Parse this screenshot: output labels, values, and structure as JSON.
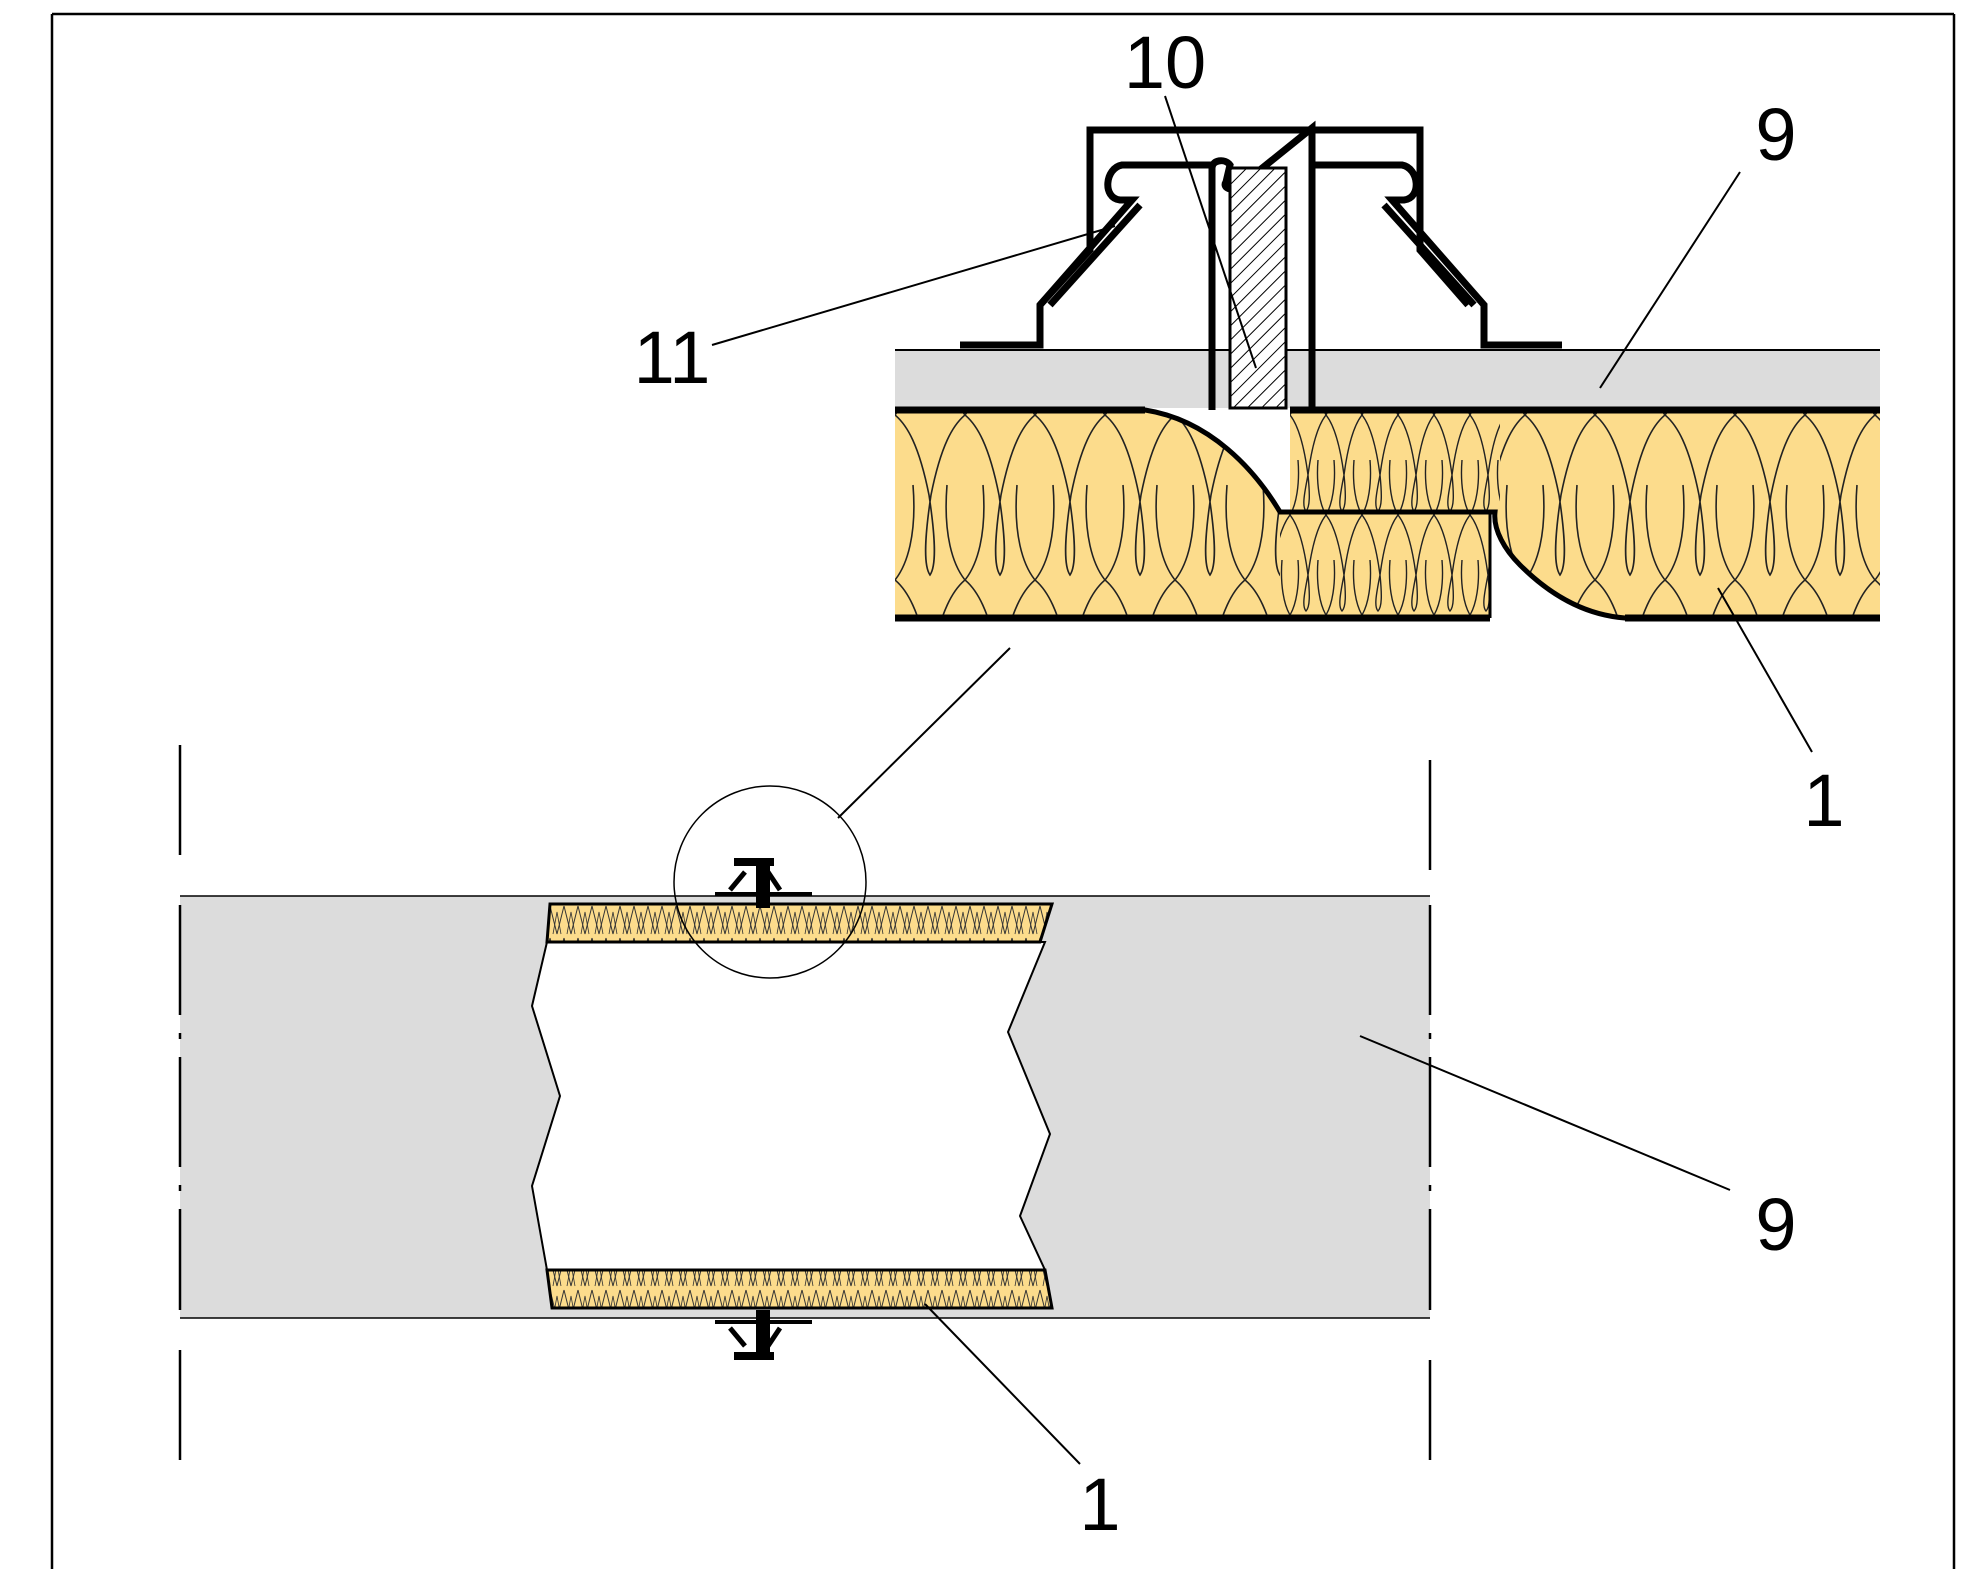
{
  "callouts": {
    "profile_11": "11",
    "insert_10": "10",
    "board_top_9": "9",
    "insulation_top_1": "1",
    "board_bottom_9": "9",
    "insulation_bottom_1": "1"
  },
  "colors": {
    "board": "#dcdcdc",
    "insulation": "#fcdc8c",
    "line": "#000000",
    "background": "#ffffff"
  }
}
